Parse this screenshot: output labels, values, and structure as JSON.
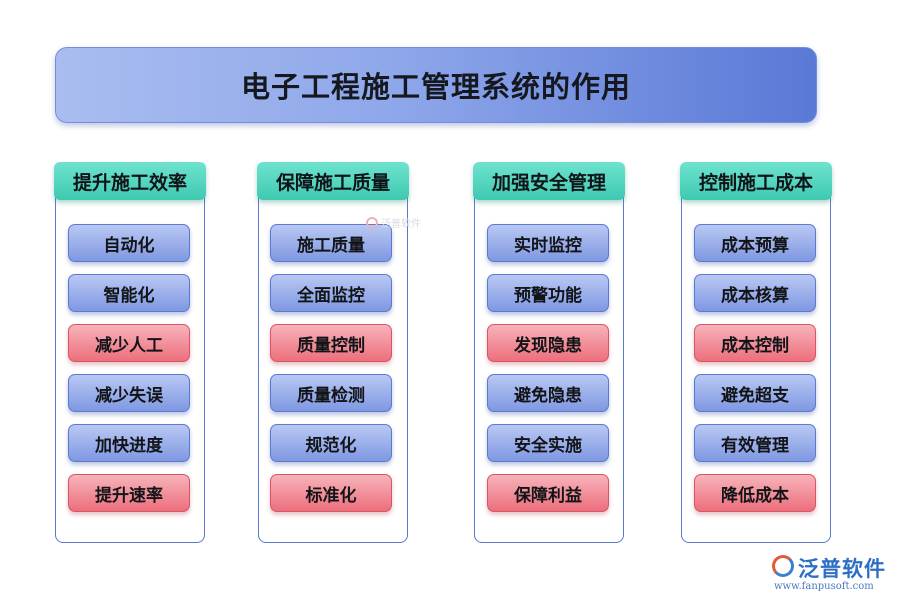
{
  "title": "电子工程施工管理系统的作用",
  "columns": [
    {
      "header": "提升施工效率",
      "items": [
        {
          "label": "自动化",
          "tone": "blue"
        },
        {
          "label": "智能化",
          "tone": "blue"
        },
        {
          "label": "减少人工",
          "tone": "red"
        },
        {
          "label": "减少失误",
          "tone": "blue"
        },
        {
          "label": "加快进度",
          "tone": "blue"
        },
        {
          "label": "提升速率",
          "tone": "red"
        }
      ]
    },
    {
      "header": "保障施工质量",
      "items": [
        {
          "label": "施工质量",
          "tone": "blue"
        },
        {
          "label": "全面监控",
          "tone": "blue"
        },
        {
          "label": "质量控制",
          "tone": "red"
        },
        {
          "label": "质量检测",
          "tone": "blue"
        },
        {
          "label": "规范化",
          "tone": "blue"
        },
        {
          "label": "标准化",
          "tone": "red"
        }
      ]
    },
    {
      "header": "加强安全管理",
      "items": [
        {
          "label": "实时监控",
          "tone": "blue"
        },
        {
          "label": "预警功能",
          "tone": "blue"
        },
        {
          "label": "发现隐患",
          "tone": "red"
        },
        {
          "label": "避免隐患",
          "tone": "blue"
        },
        {
          "label": "安全实施",
          "tone": "blue"
        },
        {
          "label": "保障利益",
          "tone": "red"
        }
      ]
    },
    {
      "header": "控制施工成本",
      "items": [
        {
          "label": "成本预算",
          "tone": "blue"
        },
        {
          "label": "成本核算",
          "tone": "blue"
        },
        {
          "label": "成本控制",
          "tone": "red"
        },
        {
          "label": "避免超支",
          "tone": "blue"
        },
        {
          "label": "有效管理",
          "tone": "blue"
        },
        {
          "label": "降低成本",
          "tone": "red"
        }
      ]
    }
  ],
  "watermark": "泛普软件",
  "brand": {
    "name": "泛普软件",
    "url": "www.fanpusoft.com"
  },
  "colors": {
    "header": "#3ec9b1",
    "blue_item": "#7f98e2",
    "red_item": "#ec6f7c",
    "border": "#5a79cf"
  }
}
